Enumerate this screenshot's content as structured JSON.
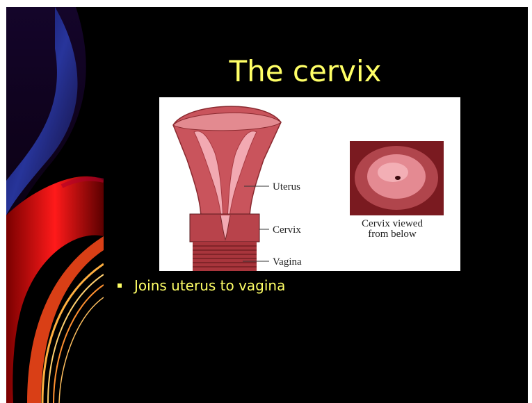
{
  "slide": {
    "title": "The cervix",
    "figure": {
      "labels": {
        "uterus": "Uterus",
        "cervix": "Cervix",
        "vagina": "Vagina"
      },
      "caption_line1": "Cervix viewed",
      "caption_line2": "from below"
    },
    "bullets": [
      "Joins uterus to vagina"
    ]
  },
  "colors": {
    "background": "#000000",
    "title_text": "#ffff66",
    "bullet_text": "#ffff66",
    "tissue": "#c9545c",
    "tissue_light": "#f2a9b2"
  },
  "icons": {
    "bullet": "square-bullet-icon"
  }
}
